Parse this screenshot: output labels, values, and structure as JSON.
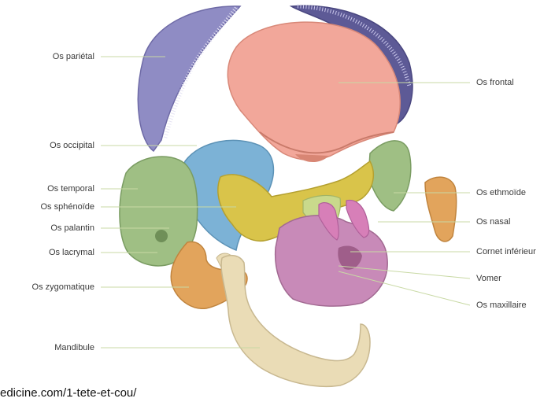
{
  "labels_left": [
    "Os pariétal",
    "Os occipital",
    "Os temporal",
    "Os sphénoïde",
    "Os palantin",
    "Os lacrymal",
    "Os zygomatique",
    "Mandibule"
  ],
  "labels_right": [
    "Os frontal",
    "Os ethmoïde",
    "Os nasal",
    "Cornet inférieur",
    "Vomer",
    "Os maxillaire"
  ],
  "footer_text": "edicine.com/1-tete-et-cou/",
  "colors": {
    "parietal": "#8f8cc4",
    "frontal": "#f2a79a",
    "occipital": "#7cb2d6",
    "temporal": "#9fbf84",
    "sphenoid": "#d9c44a",
    "ethmoid": "#c9d98c",
    "maxilla": "#c88ab8",
    "nasal": "#d77fb8",
    "zygomatic": "#e2a45c",
    "mandible": "#eadcb6",
    "leader_line": "#c8d9a4"
  }
}
